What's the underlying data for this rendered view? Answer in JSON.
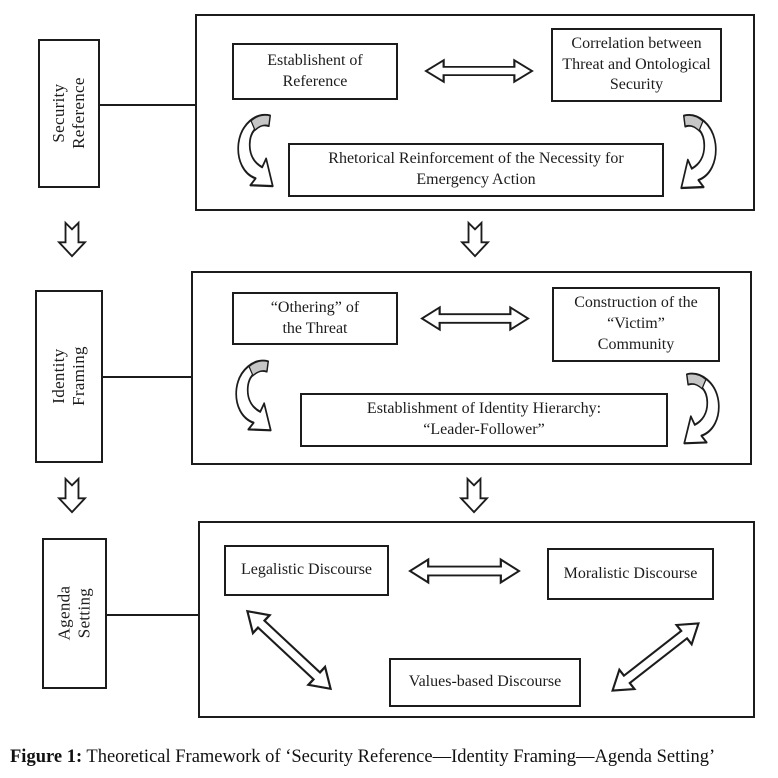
{
  "caption": {
    "label": "Figure 1:",
    "text": " Theoretical Framework of ‘Security Reference—Identity Framing—Agenda Setting’"
  },
  "security_section": {
    "label": "Security\nReference",
    "establishment_box": "Establishent of\nReference",
    "correlation_box": "Correlation between\nThreat and Ontological\nSecurity",
    "rhetorical_box": "Rhetorical Reinforcement of the Necessity for\nEmergency Action"
  },
  "identity_section": {
    "label": "Identity Framing",
    "othering_box": "“Othering” of\nthe Threat",
    "construction_box": "Construction of the\n“Victim”\nCommunity",
    "hierarchy_box": "Establishment of Identity Hierarchy:\n“Leader-Follower”"
  },
  "agenda_section": {
    "label": "Agenda Setting",
    "legalistic_box": "Legalistic Discourse",
    "moralistic_box": "Moralistic Discourse",
    "values_box": "Values-based Discourse"
  },
  "icons": {
    "horizontal_double_arrow": "outlined double-headed horizontal arrow",
    "diagonal_double_arrow": "outlined double-headed diagonal arrow",
    "down_arrow": "hollow notched down arrow",
    "curved_arrow": "curved swoosh arrow with gray top segment"
  },
  "colors": {
    "background": "#ffffff",
    "ink": "#1c1c1c",
    "arrow_fill": "#ffffff",
    "curl_accent_gray": "#c6c6c6"
  }
}
